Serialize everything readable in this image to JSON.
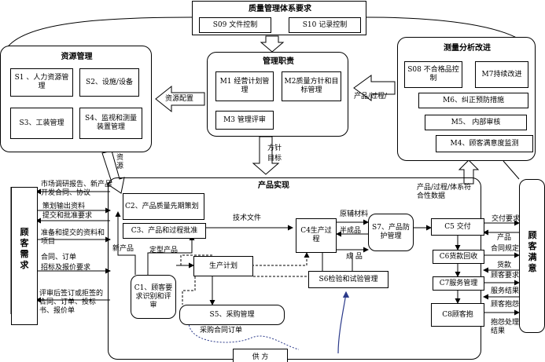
{
  "qms": {
    "title": "质量管理体系要求",
    "s09": "S09 文件控制",
    "s10": "S10 记录控制"
  },
  "resource": {
    "title": "资源管理",
    "s1": "S1 、人力资源管理",
    "s2": "S2、设施/设备",
    "s3": "S3、工装管理",
    "s4": "S4、监视和测量装置管理"
  },
  "management": {
    "title": "管理职责",
    "m1": "M1 经营计划管理",
    "m2": "M2质量方针和目标管理",
    "m3": "M3 管理评审"
  },
  "measure": {
    "title": "测量分析改进",
    "s08": "S08 不合格品控制",
    "m7": "M7持续改进",
    "m6": "M6、纠正预防措施",
    "m5": "M5、 内部审核",
    "m4": "M4、顾客满意度监测"
  },
  "realization": {
    "title": "产品实现",
    "c1": "C1、顾客要求识别和评审",
    "c2": "C2、产品质量先期策划",
    "c3": "C3、产品和过程批准",
    "c4": "C4生产过程",
    "c5": "C5 交付",
    "c6": "C6货款回收",
    "c7": "C7服务管理",
    "c8": "C8顾客抱",
    "s5": "S5、采购管理",
    "s6": "S6检验和试验管理",
    "s7": "S7、产品防护管理",
    "plan": "生产计划",
    "supplier": "供 方"
  },
  "sides": {
    "left": "顾客需求",
    "right": "顾客满意"
  },
  "labels": {
    "resource_config": "资源配置",
    "product_process": "产品/过程/",
    "policy": "方针",
    "objective": "目标",
    "resource_v": "资源",
    "market": "市场调研报告、新产品开发合同、协议",
    "planning_output": "策划输出资料",
    "submit_approval": "提交和批准要求",
    "prep_docs": "准备和提交的资料和项目",
    "contract": "合同、订单",
    "tender": "招标及报价要求",
    "review_result": "评审后签订或拒签的合同、订单、投标书、报价单",
    "new_product": "新产品",
    "fixed_product": "定型产品",
    "tech_doc": "技术文件",
    "aux_material": "原辅材料",
    "semi_product": "半成品",
    "finished": "成 品",
    "conformity": "产品/过程/体系符合性数据",
    "delivery_req": "交付要求",
    "product": "产品",
    "contract_rule": "合同规定",
    "payment": "货款",
    "customer_req": "顾客要求",
    "service_result": "服务结果",
    "complaint": "顾客抱怨",
    "complaint_result": "抱怨处理结果",
    "purchase_order": "采购合同订单"
  }
}
